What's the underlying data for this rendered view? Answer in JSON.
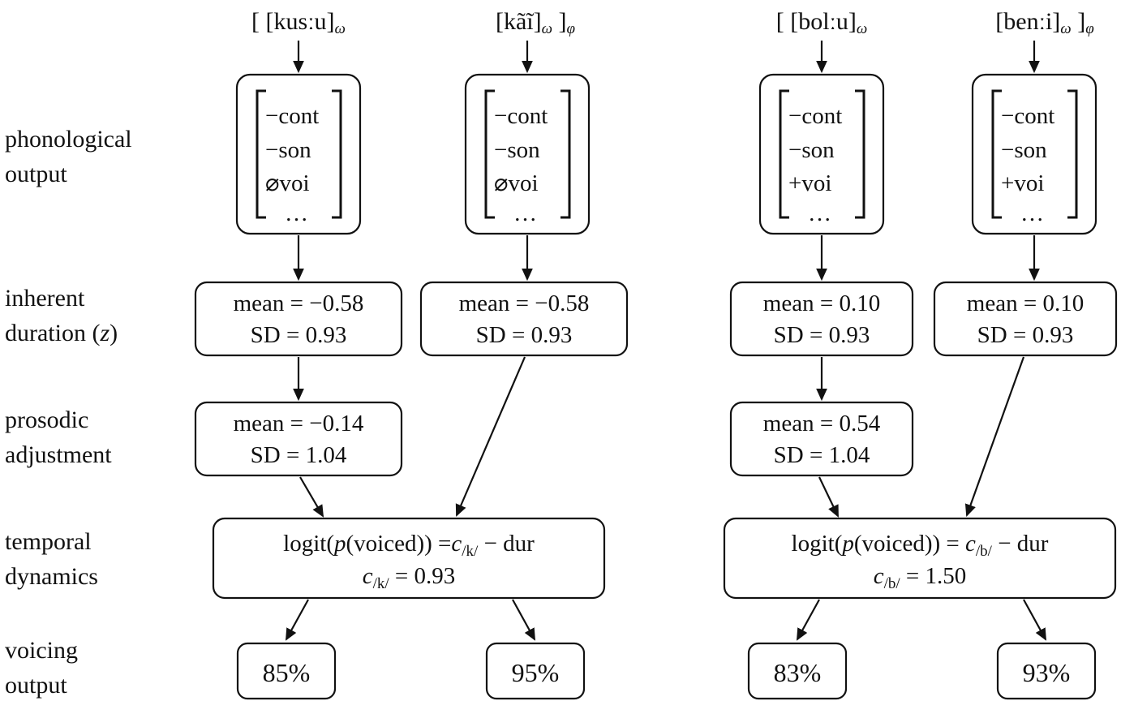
{
  "diagram": {
    "title": "voicing model cascade",
    "row_labels": [
      {
        "id": "phonological-output",
        "line1": "phonological",
        "line2": "output"
      },
      {
        "id": "inherent-duration",
        "line1": "inherent",
        "line2": "duration (",
        "italic": "z",
        "line2b": ")"
      },
      {
        "id": "prosodic-adjustment",
        "line1": "prosodic",
        "line2": "adjustment"
      },
      {
        "id": "temporal-dynamics",
        "line1": "temporal",
        "line2": "dynamics"
      },
      {
        "id": "voicing-output",
        "line1": "voicing",
        "line2": "output"
      }
    ],
    "columns": [
      {
        "id": "kussu",
        "header_pre": "[ [kusːu]",
        "header_sub1": "ω",
        "header_mid": "",
        "header_sub2": "",
        "features": [
          "−cont",
          "−son",
          "⌀voi",
          "…"
        ],
        "duration": {
          "mean": "mean = −0.58",
          "sd": "SD = 0.93"
        },
        "prosodic": {
          "mean": "mean = −0.14",
          "sd": "SD = 1.04"
        },
        "voicing_pct": "85%"
      },
      {
        "id": "kai",
        "header_pre": "[kãĩ]",
        "header_sub1": "ω",
        "header_mid": " ]",
        "header_sub2": "φ",
        "features": [
          "−cont",
          "−son",
          "⌀voi",
          "…"
        ],
        "duration": {
          "mean": "mean = −0.58",
          "sd": "SD = 0.93"
        },
        "prosodic": null,
        "voicing_pct": "95%"
      },
      {
        "id": "bollu",
        "header_pre": "[ [bolːu]",
        "header_sub1": "ω",
        "header_mid": "",
        "header_sub2": "",
        "features": [
          "−cont",
          "−son",
          "+voi",
          "…"
        ],
        "duration": {
          "mean": "mean = 0.10",
          "sd": "SD = 0.93"
        },
        "prosodic": {
          "mean": "mean = 0.54",
          "sd": "SD = 1.04"
        },
        "voicing_pct": "83%"
      },
      {
        "id": "benni",
        "header_pre": "[benːi]",
        "header_sub1": "ω",
        "header_mid": " ]",
        "header_sub2": "φ",
        "features": [
          "−cont",
          "−son",
          "+voi",
          "…"
        ],
        "duration": {
          "mean": "mean = 0.10",
          "sd": "SD = 0.93"
        },
        "prosodic": null,
        "voicing_pct": "93%"
      }
    ],
    "formulas": [
      {
        "id": "formula-k",
        "lhs": "logit(",
        "p_italic": "p",
        "mid": "(voiced))  =",
        "c_italic": "c",
        "c_sub": "/k/",
        "rhs": "− dur",
        "line2_c": "c",
        "line2_sub": "/k/",
        "line2_val": "= 0.93"
      },
      {
        "id": "formula-b",
        "lhs": "logit(",
        "p_italic": "p",
        "mid": "(voiced)) =",
        "c_italic": "c",
        "c_sub": "/b/",
        "rhs": "− dur",
        "line2_c": "c",
        "line2_sub": "/b/",
        "line2_val": "= 1.50"
      }
    ],
    "colors": {
      "stroke": "#111111",
      "background": "#ffffff"
    }
  }
}
